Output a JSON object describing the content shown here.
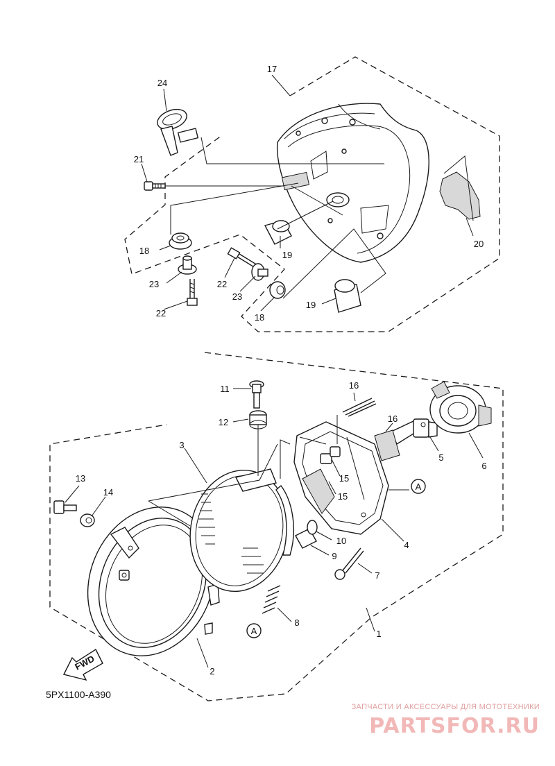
{
  "diagram": {
    "code": "5PX1100-A390",
    "fwd_label": "FWD",
    "ref_marker": "A",
    "callouts": {
      "p1": "1",
      "p2": "2",
      "p3": "3",
      "p4": "4",
      "p5": "5",
      "p6": "6",
      "p7": "7",
      "p8": "8",
      "p9": "9",
      "p10": "10",
      "p11": "11",
      "p12": "12",
      "p13": "13",
      "p14": "14",
      "p15a": "15",
      "p15b": "15",
      "p16a": "16",
      "p16b": "16",
      "p17": "17",
      "p18a": "18",
      "p18b": "18",
      "p19a": "19",
      "p19b": "19",
      "p20": "20",
      "p21": "21",
      "p22a": "22",
      "p22b": "22",
      "p23a": "23",
      "p23b": "23",
      "p24": "24"
    }
  },
  "watermark": {
    "tagline": "ЗАПЧАСТИ И АКСЕССУАРЫ ДЛЯ МОТОТЕХНИКИ",
    "brand": "PARTSFOR.RU"
  }
}
